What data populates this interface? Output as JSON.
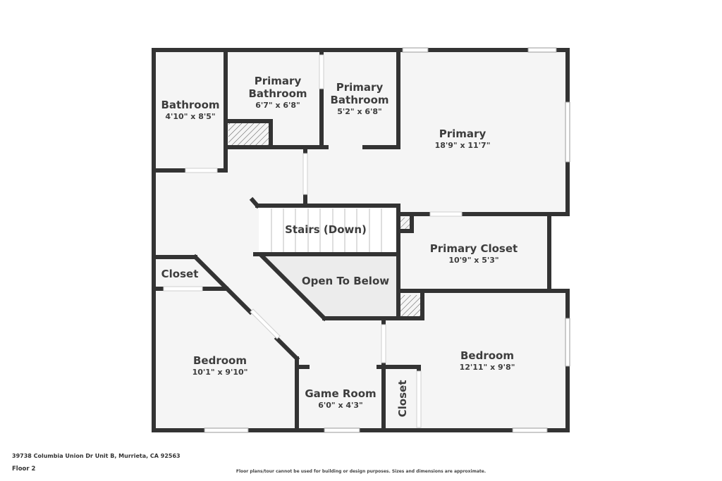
{
  "plan": {
    "colors": {
      "wall": "#333333",
      "floor": "#f5f5f5",
      "open_area": "#ececec",
      "window": "#ffffff",
      "background": "#ffffff"
    },
    "rooms": [
      {
        "id": "bathroom",
        "name": "Bathroom",
        "dimensions": "4'10\" x 8'5\""
      },
      {
        "id": "primary-bathroom-1",
        "name": "Primary\nBathroom",
        "name_line1": "Primary",
        "name_line2": "Bathroom",
        "dimensions": "6'7\" x 6'8\""
      },
      {
        "id": "primary-bathroom-2",
        "name_line1": "Primary",
        "name_line2": "Bathroom",
        "dimensions": "5'2\" x 6'8\""
      },
      {
        "id": "primary",
        "name": "Primary",
        "dimensions": "18'9\" x 11'7\""
      },
      {
        "id": "stairs",
        "name": "Stairs (Down)"
      },
      {
        "id": "primary-closet",
        "name": "Primary Closet",
        "dimensions": "10'9\" x 5'3\""
      },
      {
        "id": "closet-left",
        "name": "Closet"
      },
      {
        "id": "open-to-below",
        "name": "Open To Below"
      },
      {
        "id": "bedroom-left",
        "name": "Bedroom",
        "dimensions": "10'1\" x 9'10\""
      },
      {
        "id": "game-room",
        "name": "Game Room",
        "dimensions": "6'0\" x 4'3\""
      },
      {
        "id": "bedroom-right",
        "name": "Bedroom",
        "dimensions": "12'11\" x 9'8\""
      },
      {
        "id": "closet-right",
        "name": "Closet"
      }
    ]
  },
  "footer": {
    "address": "39738 Columbia Union Dr Unit B, Murrieta, CA 92563",
    "floor": "Floor 2",
    "disclaimer": "Floor plans/tour cannot be used for building or design purposes. Sizes and dimensions are approximate."
  }
}
